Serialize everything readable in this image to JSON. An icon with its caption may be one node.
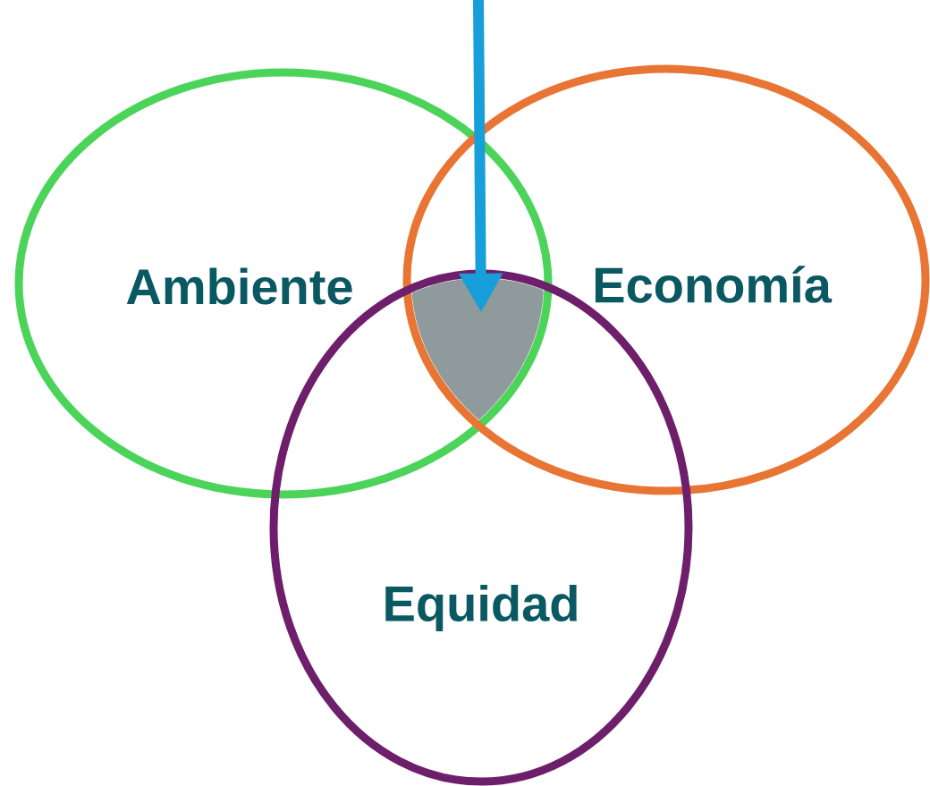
{
  "diagram": {
    "nodes": [
      {
        "text": [
          "Ambiente"
        ]
      },
      {
        "text": [
          "Economía"
        ]
      },
      {
        "text": [
          "Equidad"
        ]
      },
      {
        "text": [],
        "shape": "triangle"
      }
    ],
    "edges": [
      {
        "from": null,
        "to": 3,
        "arrow": "to"
      }
    ]
  }
}
